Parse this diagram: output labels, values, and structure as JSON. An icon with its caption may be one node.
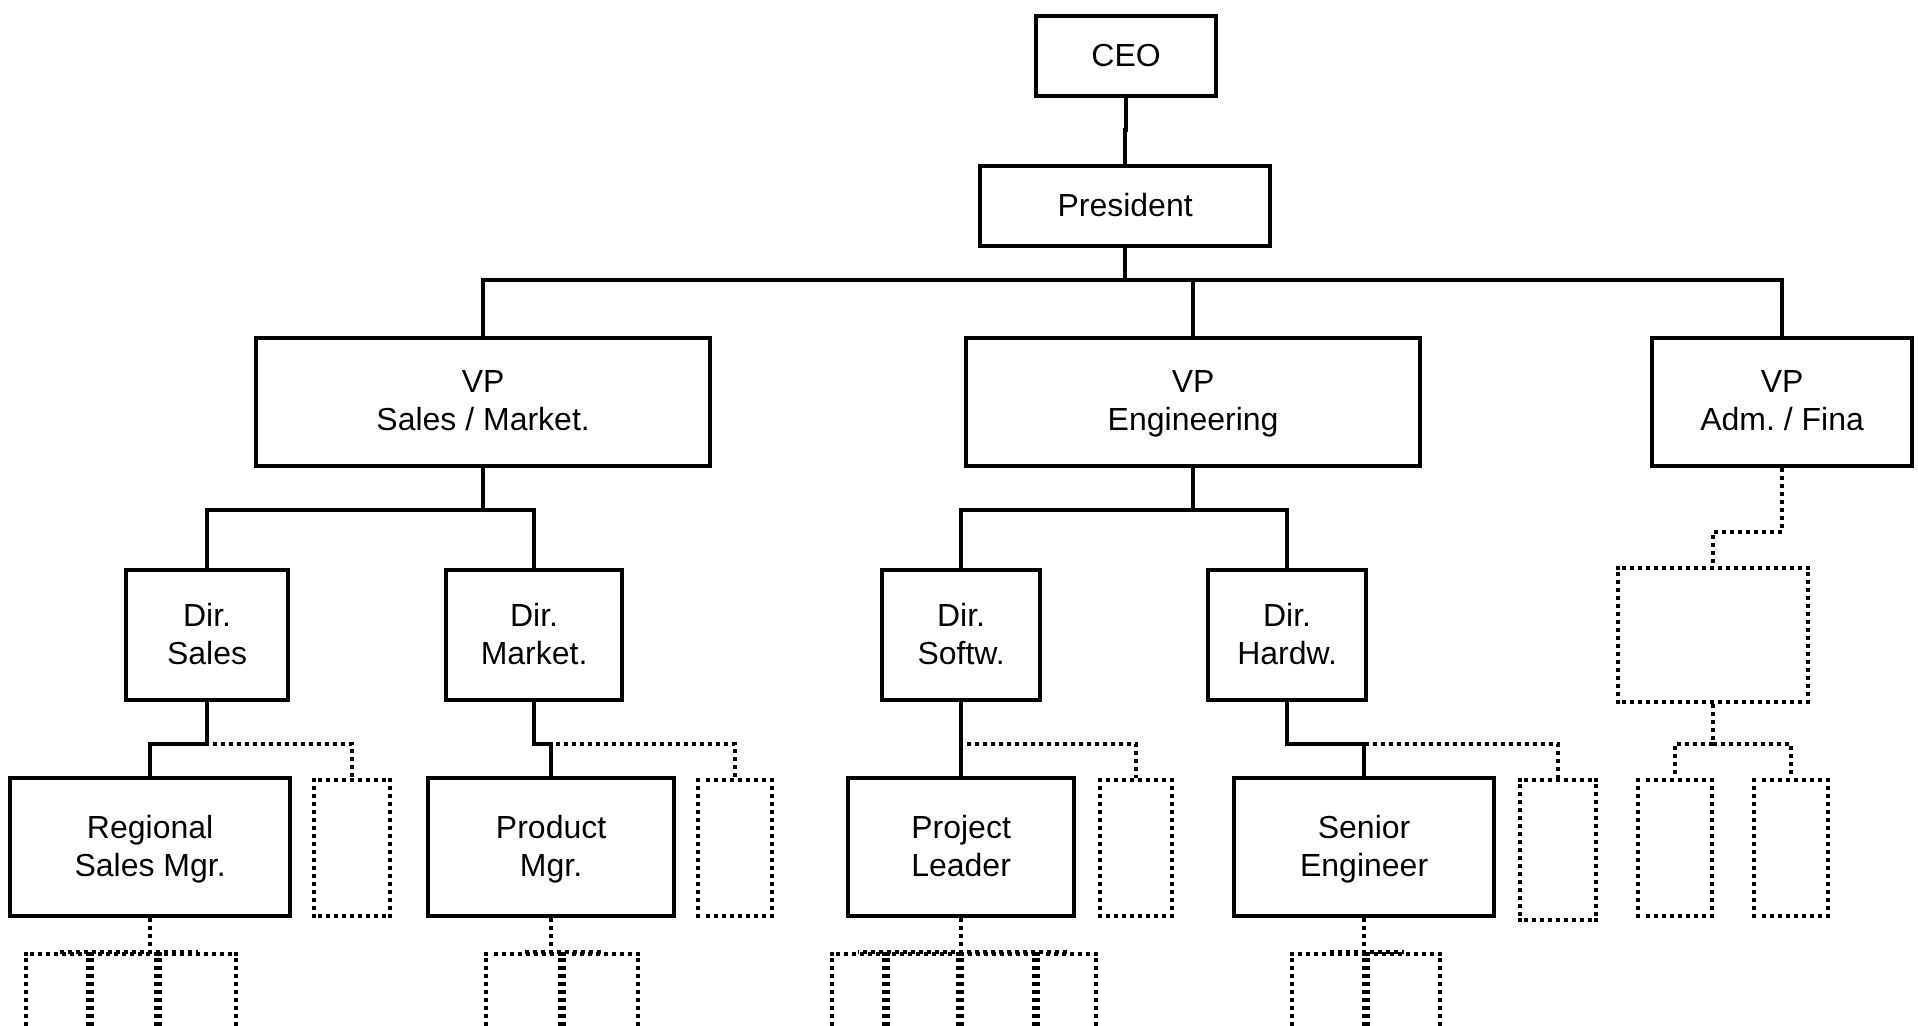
{
  "diagram": {
    "nodes": [
      {
        "text": [
          "CEO"
        ]
      },
      {
        "text": [
          "President"
        ]
      },
      {
        "text": [
          "VP Sales / Market."
        ]
      },
      {
        "text": [
          "VP Engineering"
        ]
      },
      {
        "text": [
          "VP Adm. / Fina"
        ]
      },
      {
        "text": [
          "Dir. Sales"
        ]
      },
      {
        "text": [
          "Dir. Market."
        ]
      },
      {
        "text": [
          "Dir. Softw."
        ]
      },
      {
        "text": [
          "Dir. Hardw."
        ]
      },
      {
        "text": [
          "Regional Sales Mgr."
        ]
      },
      {
        "text": [
          "Product Mgr."
        ]
      },
      {
        "text": [
          "Project Leader"
        ]
      },
      {
        "text": [
          "Senior Engineer"
        ]
      },
      {
        "text": [],
        "shape": "box"
      },
      {
        "text": [],
        "shape": "box"
      },
      {
        "text": [],
        "shape": "box"
      },
      {
        "text": [],
        "shape": "box"
      },
      {
        "text": [],
        "shape": "box"
      },
      {
        "text": [],
        "shape": "box"
      },
      {
        "text": [],
        "shape": "box"
      },
      {
        "text": [],
        "shape": "box"
      },
      {
        "text": [],
        "shape": "box"
      },
      {
        "text": [],
        "shape": "box"
      },
      {
        "text": [],
        "shape": "box"
      },
      {
        "text": [],
        "shape": "box"
      },
      {
        "text": [],
        "shape": "box"
      },
      {
        "text": [],
        "shape": "box"
      },
      {
        "text": [],
        "shape": "box"
      },
      {
        "text": [],
        "shape": "box"
      },
      {
        "text": [],
        "shape": "box"
      },
      {
        "text": [],
        "shape": "box"
      }
    ],
    "edges": [
      {
        "from": 0,
        "to": 1,
        "arrow": "none"
      },
      {
        "from": 1,
        "to": 2,
        "arrow": "none"
      },
      {
        "from": 1,
        "to": 3,
        "arrow": "none"
      },
      {
        "from": 1,
        "to": 4,
        "arrow": "none"
      },
      {
        "from": 2,
        "to": 5,
        "arrow": "none"
      },
      {
        "from": 2,
        "to": 6,
        "arrow": "none"
      },
      {
        "from": 3,
        "to": 7,
        "arrow": "none"
      },
      {
        "from": 3,
        "to": 8,
        "arrow": "none"
      },
      {
        "from": 4,
        "to": 17,
        "arrow": "none",
        "style": "dashed"
      },
      {
        "from": 5,
        "to": 9,
        "arrow": "none"
      },
      {
        "from": 5,
        "to": 13,
        "arrow": "none",
        "style": "dashed"
      },
      {
        "from": 6,
        "to": 10,
        "arrow": "none"
      },
      {
        "from": 6,
        "to": 14,
        "arrow": "none",
        "style": "dashed"
      },
      {
        "from": 7,
        "to": 11,
        "arrow": "none"
      },
      {
        "from": 7,
        "to": 15,
        "arrow": "none",
        "style": "dashed"
      },
      {
        "from": 8,
        "to": 12,
        "arrow": "none"
      },
      {
        "from": 8,
        "to": 16,
        "arrow": "none",
        "style": "dashed"
      },
      {
        "from": 17,
        "to": 18,
        "arrow": "none",
        "style": "dashed"
      },
      {
        "from": 17,
        "to": 19,
        "arrow": "none",
        "style": "dashed"
      },
      {
        "from": 9,
        "to": 20,
        "arrow": "none",
        "style": "dashed"
      },
      {
        "from": 9,
        "to": 21,
        "arrow": "none",
        "style": "dashed"
      },
      {
        "from": 9,
        "to": 22,
        "arrow": "none",
        "style": "dashed"
      },
      {
        "from": 10,
        "to": 23,
        "arrow": "none",
        "style": "dashed"
      },
      {
        "from": 10,
        "to": 24,
        "arrow": "none",
        "style": "dashed"
      },
      {
        "from": 11,
        "to": 25,
        "arrow": "none",
        "style": "dashed"
      },
      {
        "from": 11,
        "to": 26,
        "arrow": "none",
        "style": "dashed"
      },
      {
        "from": 11,
        "to": 27,
        "arrow": "none",
        "style": "dashed"
      },
      {
        "from": 11,
        "to": 28,
        "arrow": "none",
        "style": "dashed"
      },
      {
        "from": 12,
        "to": 29,
        "arrow": "none",
        "style": "dashed"
      },
      {
        "from": 12,
        "to": 30,
        "arrow": "none",
        "style": "dashed"
      }
    ]
  }
}
